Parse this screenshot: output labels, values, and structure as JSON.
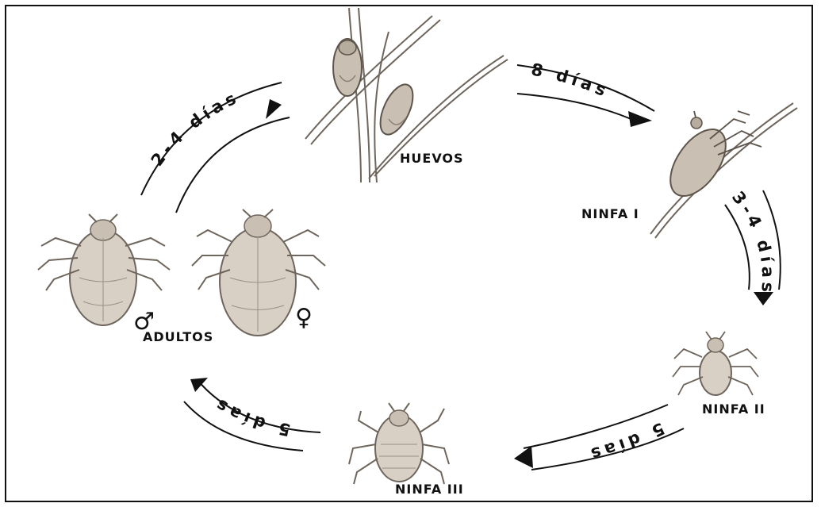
{
  "stages": {
    "eggs": "HUEVOS",
    "nymph1": "NINFA I",
    "nymph2": "NINFA II",
    "nymph3": "NINFA III",
    "adults": "ADULTOS"
  },
  "durations": {
    "eggs_to_nymph1": "8 días",
    "nymph1_to_nymph2": "3-4 días",
    "nymph2_to_nymph3": "5 días",
    "nymph3_to_adults": "5 días",
    "adults_to_eggs": "2-4 días"
  },
  "symbols": {
    "male": "♂",
    "female": "♀"
  },
  "colors": {
    "ink": "#111111",
    "sketch": "#8a8073",
    "body_fill": "#d8d0c4"
  }
}
